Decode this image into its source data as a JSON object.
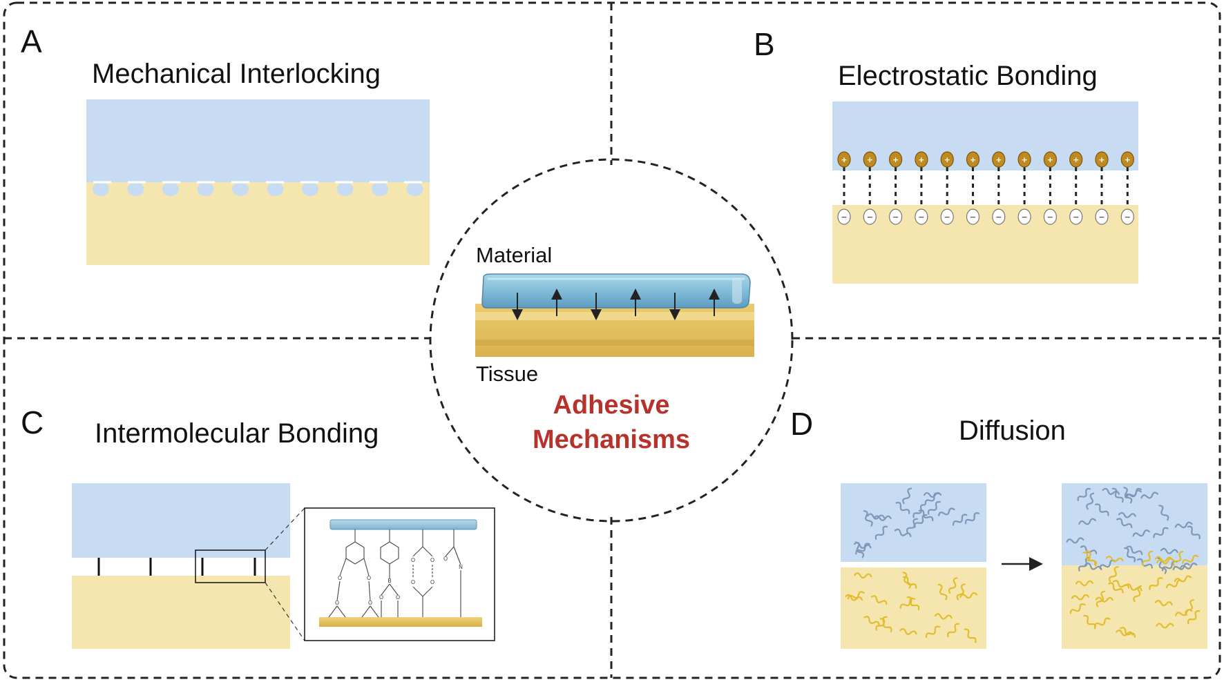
{
  "center": {
    "material_label": "Material",
    "tissue_label": "Tissue",
    "title_line1": "Adhesive",
    "title_line2": "Mechanisms",
    "title_color": "#B8322C"
  },
  "panels": {
    "a": {
      "letter": "A",
      "title": "Mechanical Interlocking"
    },
    "b": {
      "letter": "B",
      "title": "Electrostatic Bonding",
      "positive_symbol": "+",
      "negative_symbol": "−"
    },
    "c": {
      "letter": "C",
      "title": "Intermolecular Bonding"
    },
    "d": {
      "letter": "D",
      "title": "Diffusion"
    }
  },
  "colors": {
    "material": "#C7DBF2",
    "tissue": "#F4E6AE",
    "positive_charge": "#C08A1E",
    "negative_charge": "#FFFFFF",
    "material_chain": "#7F96B8",
    "tissue_chain": "#E2BC2C",
    "slab": "#8DC3DC",
    "tissue_slab": "#E4C466"
  }
}
